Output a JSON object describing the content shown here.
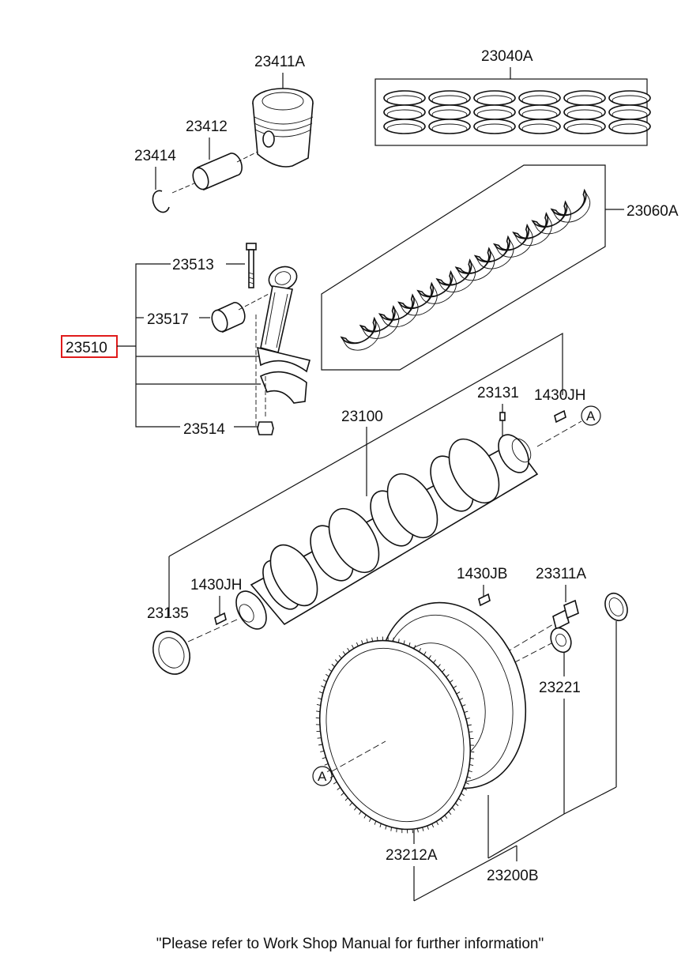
{
  "diagram": {
    "parts": {
      "piston": "23411A",
      "piston_pin": "23412",
      "snap_ring": "23414",
      "piston_ring_set": "23040A",
      "main_bearing_set": "23060A",
      "conrod_bolt": "23513",
      "conrod_bushing": "23517",
      "conrod_assy": "23510",
      "conrod_nut": "23514",
      "crankshaft_key": "23131",
      "crankshaft_pin_a": "1430JH",
      "crankshaft": "23100",
      "crankshaft_pin_b": "1430JH",
      "front_seal": "23135",
      "flywheel_pin": "1430JB",
      "flywheel_bolt": "23311A",
      "pilot_bearing": "23221",
      "ring_gear": "23212A",
      "flywheel_assy": "23200B"
    },
    "highlighted_part": "23510",
    "highlight_color": "#e01b1b",
    "callouts": {
      "upper": "A",
      "lower": "A"
    },
    "footer_note": "\"Please refer to Work Shop Manual for further information\""
  }
}
